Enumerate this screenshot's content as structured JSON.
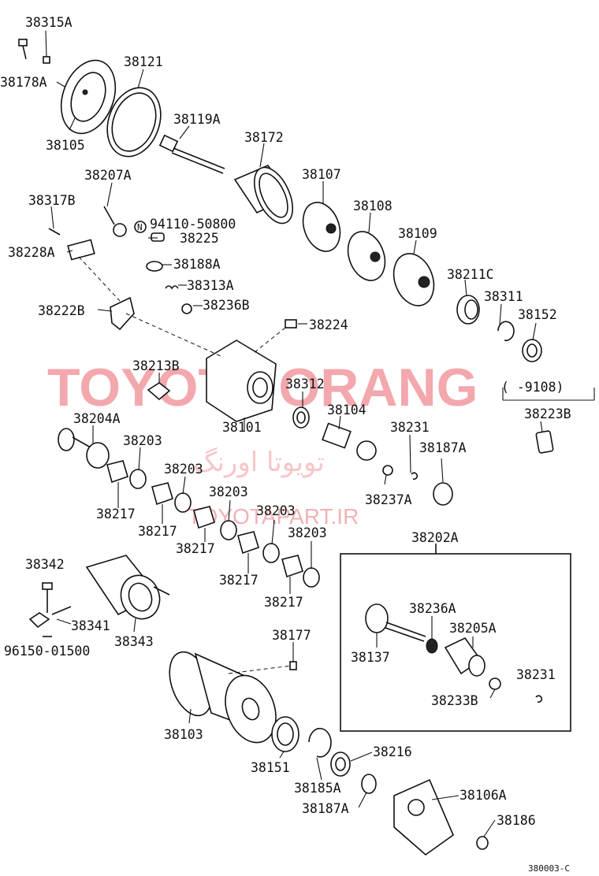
{
  "watermark": {
    "brand": "TOYOTA ORANG",
    "persian": "تویوتا اورنگ",
    "site": "TOYOTAPART.IR"
  },
  "labels": {
    "p38315A": "38315A",
    "p38178A": "38178A",
    "p38121": "38121",
    "p38105": "38105",
    "p38119A": "38119A",
    "p38172": "38172",
    "p38207A": "38207A",
    "p38107": "38107",
    "p38317B": "38317B",
    "p94110": "94110-50800",
    "p38108": "38108",
    "p38225": "38225",
    "p38228A": "38228A",
    "p38109": "38109",
    "p38188A": "38188A",
    "p38211C": "38211C",
    "p38313A": "38313A",
    "p38311": "38311",
    "p38236B": "38236B",
    "p38222B": "38222B",
    "p38152": "38152",
    "p38224": "38224",
    "p38213B": "38213B",
    "p38312": "38312",
    "p9108": "(      -9108)",
    "p38104": "38104",
    "p38101": "38101",
    "p38223B": "38223B",
    "p38204A": "38204A",
    "p38231a": "38231",
    "p38203a": "38203",
    "p38187Aa": "38187A",
    "p38203b": "38203",
    "p38217a": "38217",
    "p38237A": "38237A",
    "p38203c": "38203",
    "p38217b": "38217",
    "p38203d": "38203",
    "p38217c": "38217",
    "p38203e": "38203",
    "p38202A": "38202A",
    "p38342": "38342",
    "p38217d": "38217",
    "p38217e": "38217",
    "p38236A": "38236A",
    "p38341": "38341",
    "p38205A": "38205A",
    "p96150": "96150-01500",
    "p38343": "38343",
    "p38177": "38177",
    "p38137": "38137",
    "p38231b": "38231",
    "p38233B": "38233B",
    "p38103": "38103",
    "p38216": "38216",
    "p38151": "38151",
    "p38185A": "38185A",
    "p38106A": "38106A",
    "p38187Ab": "38187A",
    "p38186": "38186",
    "drawing_code": "380003-C"
  }
}
